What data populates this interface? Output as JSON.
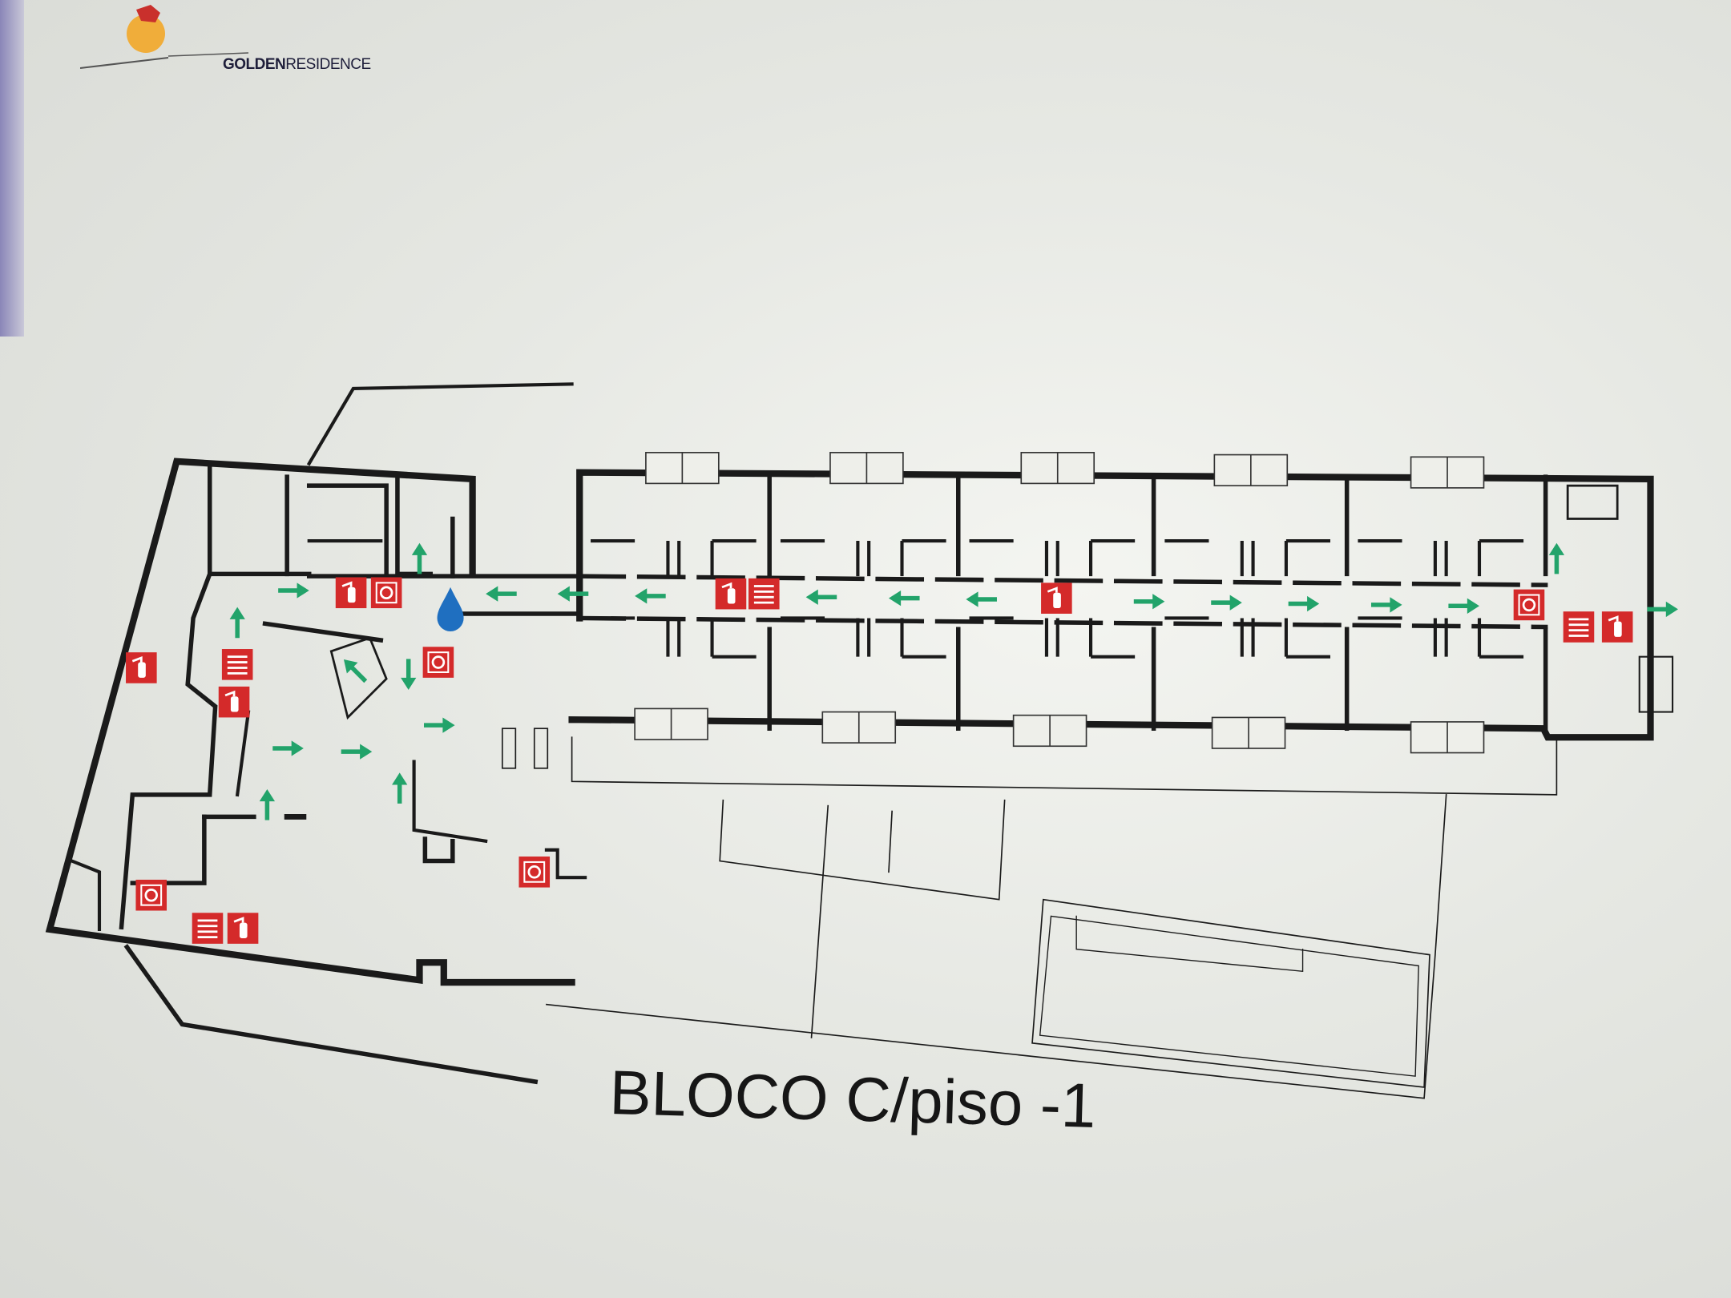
{
  "logo": {
    "name_bold": "GOLDEN",
    "name_light": "RESIDENCE"
  },
  "title": "BLOCO C/piso -1",
  "colors": {
    "wall": "#1a1a1a",
    "exit_arrow": "#22a36a",
    "fire_equipment": "#d42a2a",
    "water": "#1f6fc0"
  }
}
